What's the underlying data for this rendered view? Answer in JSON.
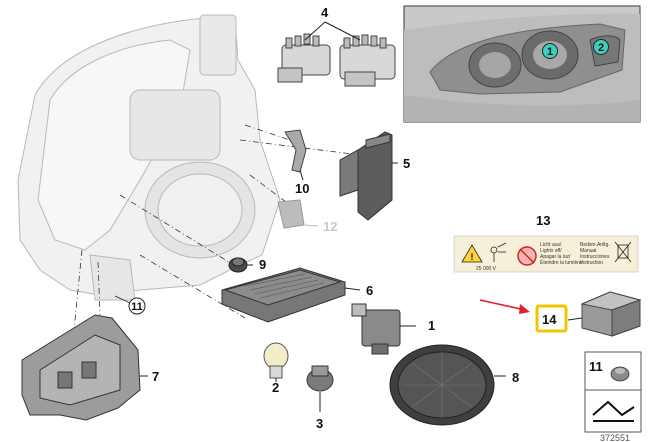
{
  "diagram": {
    "parts": [
      {
        "id": "1"
      },
      {
        "id": "2"
      },
      {
        "id": "3"
      },
      {
        "id": "4"
      },
      {
        "id": "5"
      },
      {
        "id": "6"
      },
      {
        "id": "7"
      },
      {
        "id": "8"
      },
      {
        "id": "9"
      },
      {
        "id": "10"
      },
      {
        "id": "11"
      },
      {
        "id": "12"
      },
      {
        "id": "13"
      },
      {
        "id": "14"
      }
    ],
    "inset_markers": [
      "1",
      "2"
    ],
    "callout_11": "11",
    "legend_box": {
      "top": "11"
    },
    "label_13": {
      "lines_left": [
        "Licht aus/",
        "Lights off/",
        "Apagar la luz/",
        "Éteindre la lumière/"
      ],
      "lines_right": [
        "Bedien.Anltg.",
        "Manual",
        "Instrucciones",
        "Instruction"
      ],
      "voltage": "25 000 V"
    },
    "document_number": "372551",
    "colors": {
      "highlight": "#f2c400",
      "arrow": "#e0202a",
      "inset_marker": "#3ecfc0",
      "line": "#222222"
    }
  }
}
